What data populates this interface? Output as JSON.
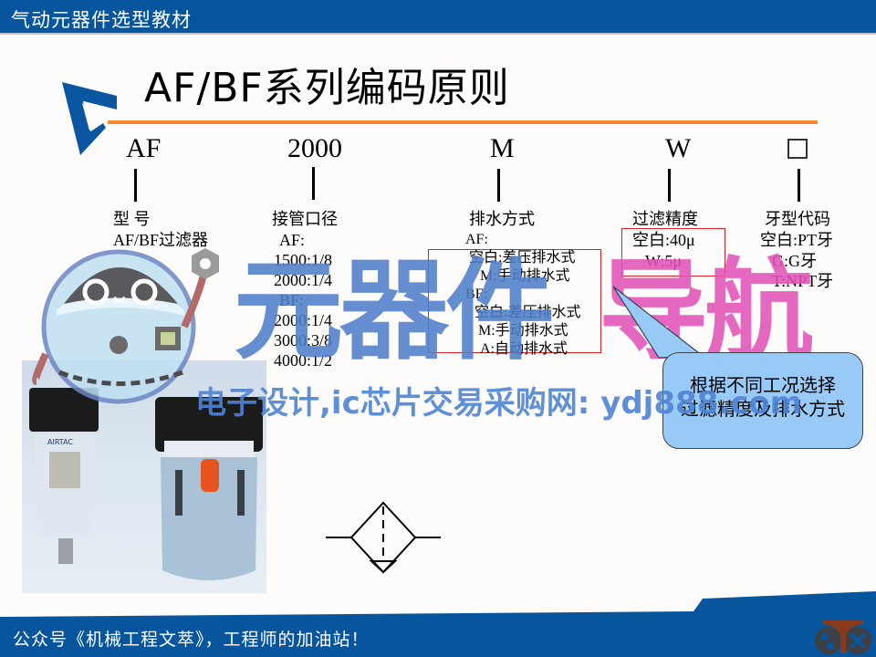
{
  "header": {
    "title": "气动元器件选型教材"
  },
  "slide": {
    "title": "AF/BF系列编码原则",
    "codes": [
      {
        "code": "AF",
        "label": "型 号",
        "desc": [
          "AF/BF过滤器"
        ]
      },
      {
        "code": "2000",
        "label": "接管口径",
        "desc": [
          "AF:",
          "1500:1/8",
          "2000:1/4",
          "BF:",
          "2000:1/4",
          "3000:3/8",
          "4000:1/2"
        ]
      },
      {
        "code": "M",
        "label": "排水方式",
        "desc": [
          "AF:",
          "空白:差压排水式",
          "M:手动排水式",
          "BF:",
          "空白:差压排水式",
          "M:手动排水式",
          "A:自动排水式"
        ]
      },
      {
        "code": "W",
        "label": "过滤精度",
        "desc": [
          "空白:40μ",
          "W:5μ"
        ]
      },
      {
        "code": "□",
        "label": "牙型代码",
        "desc": [
          "空白:PT牙",
          "G:G牙",
          "T:NPT牙"
        ]
      }
    ],
    "callout": {
      "lines": [
        "根据不同工况选择",
        "过滤精度及排水方式"
      ]
    },
    "product_photo": {
      "brand_label": "AIRTAC",
      "items": [
        "AF filter",
        "BF filter"
      ]
    },
    "symbol": "filter-symbol"
  },
  "watermark": {
    "big_blue": "元器件",
    "big_pink": "导航",
    "line": "电子设计,ic芯片交易采购网: ydj888.com"
  },
  "footer": {
    "text": "公众号《机械工程文萃》，工程师的加油站！"
  },
  "colors": {
    "header_bg": "#07559c",
    "accent_orange": "#f7882f",
    "red_box": "#e01e1e",
    "callout_bg": "#98caf8",
    "watermark_blue": "#4f7fc9",
    "watermark_pink": "#e154b8"
  }
}
